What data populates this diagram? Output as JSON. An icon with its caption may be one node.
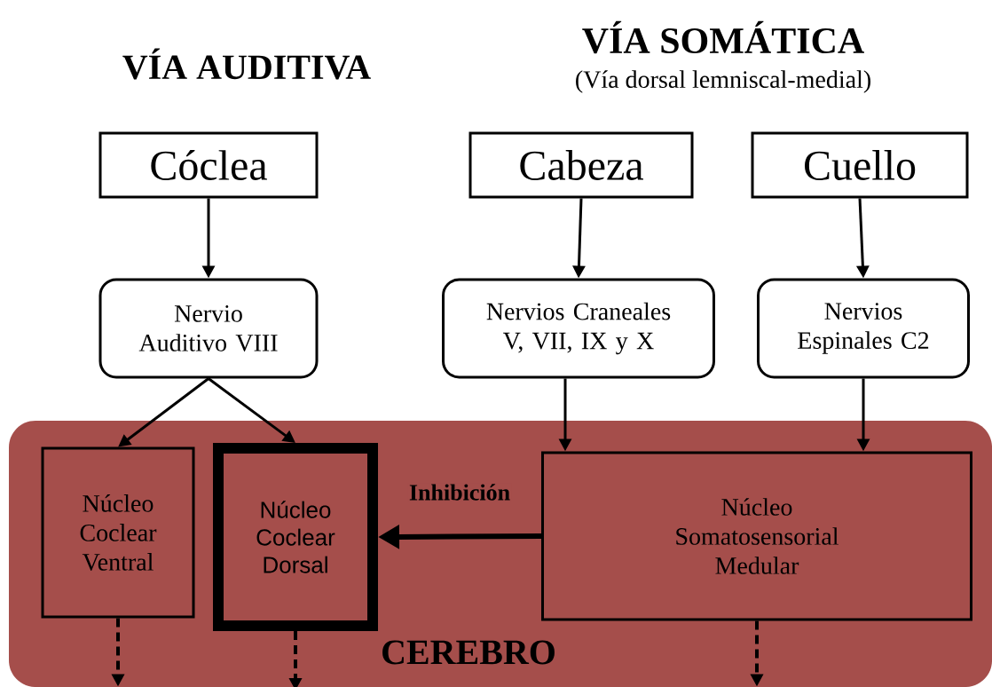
{
  "diagram": {
    "nodes": [
      {
        "text": [
          "Cóclea"
        ]
      },
      {
        "text": [
          "Cabeza"
        ]
      },
      {
        "text": [
          "Cuello"
        ]
      },
      {
        "text": [
          "Nervio Auditivo VIII"
        ]
      },
      {
        "text": [
          "Nervios Craneales V, VII, IX y X"
        ]
      },
      {
        "text": [
          "Nervios Espinales C2"
        ]
      },
      {
        "text": [
          "CEREBRO"
        ]
      },
      {
        "text": [
          "Núcleo Coclear Ventral"
        ],
        "in": 6
      },
      {
        "text": [
          "Núcleo Coclear Dorsal"
        ],
        "in": 6
      },
      {
        "text": [
          "Núcleo Somatosensorial Medular"
        ],
        "in": 6
      }
    ],
    "edges": [
      {
        "from": 0,
        "to": 3,
        "arrow": "to"
      },
      {
        "from": 1,
        "to": 4,
        "arrow": "to"
      },
      {
        "from": 2,
        "to": 5,
        "arrow": "to"
      },
      {
        "from": 3,
        "to": 7,
        "arrow": "to"
      },
      {
        "from": 3,
        "to": 8,
        "arrow": "to"
      },
      {
        "from": 4,
        "to": 9,
        "arrow": "to"
      },
      {
        "from": 5,
        "to": 9,
        "arrow": "to"
      },
      {
        "from": 9,
        "to": 8,
        "arrow": "to",
        "label": "Inhibición",
        "style": "thick"
      },
      {
        "from": 7,
        "to": null,
        "arrow": "to",
        "style": "dashed"
      },
      {
        "from": 8,
        "to": null,
        "arrow": "to",
        "style": "dashed"
      },
      {
        "from": 9,
        "to": null,
        "arrow": "to",
        "style": "dashed"
      }
    ],
    "labels": [
      "VÍA AUDITIVA",
      "VÍA SOMÁTICA",
      "(Vía dorsal lemniscal-medial)"
    ]
  }
}
